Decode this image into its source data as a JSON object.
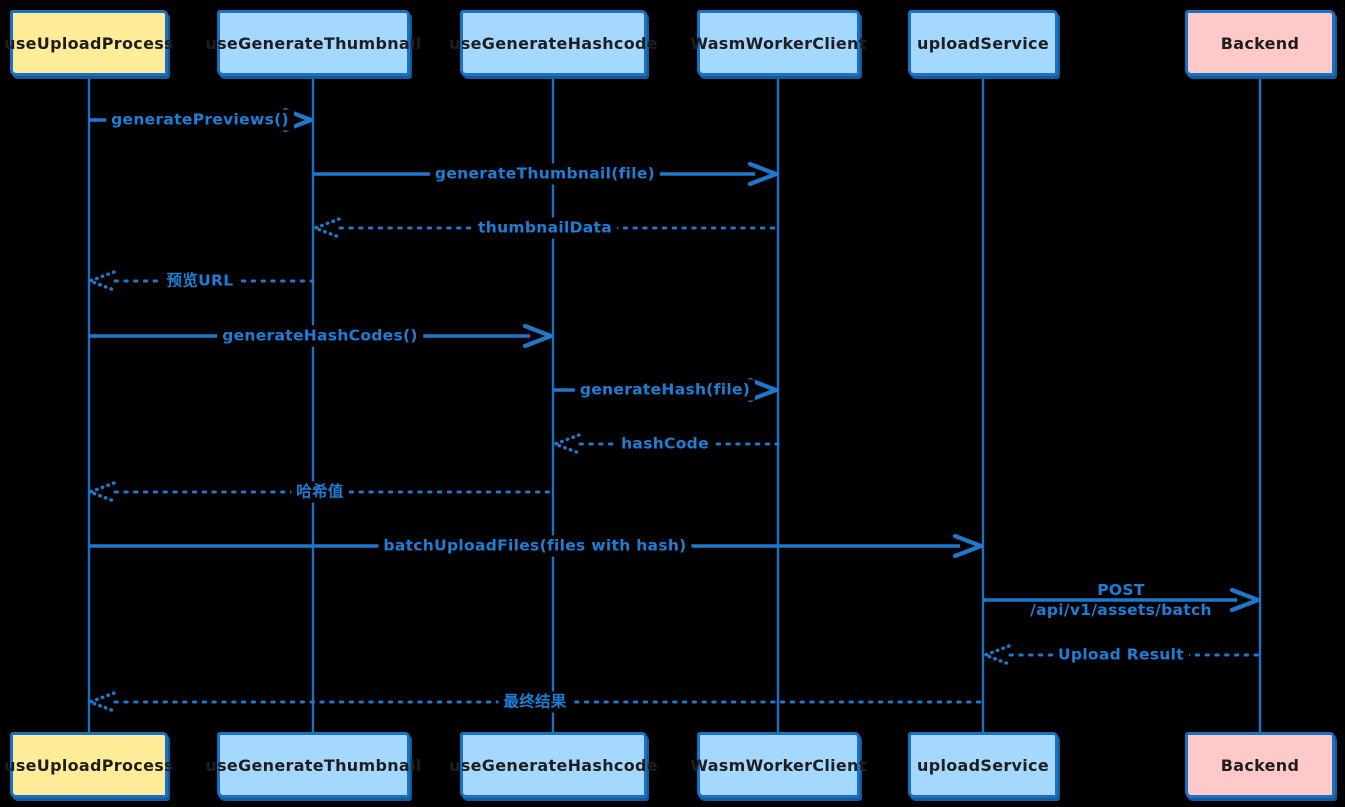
{
  "diagram": {
    "type": "sequence-diagram",
    "background_color": "#000000",
    "stroke_color": "#1971c2",
    "message_text_color": "#1c7ed6",
    "participants": [
      {
        "id": "useUploadProcess",
        "label": "useUploadProcess",
        "fill": "#ffec99"
      },
      {
        "id": "useGenerateThumbnail",
        "label": "useGenerateThumbnail",
        "fill": "#a5d8ff"
      },
      {
        "id": "useGenerateHashcode",
        "label": "useGenerateHashcode",
        "fill": "#a5d8ff"
      },
      {
        "id": "WasmWorkerClient",
        "label": "WasmWorkerClient",
        "fill": "#a5d8ff"
      },
      {
        "id": "uploadService",
        "label": "uploadService",
        "fill": "#a5d8ff"
      },
      {
        "id": "Backend",
        "label": "Backend",
        "fill": "#ffc9c9"
      }
    ],
    "messages": [
      {
        "from": "useUploadProcess",
        "to": "useGenerateThumbnail",
        "style": "solid",
        "label": "generatePreviews()"
      },
      {
        "from": "useGenerateThumbnail",
        "to": "WasmWorkerClient",
        "style": "solid",
        "label": "generateThumbnail(file)"
      },
      {
        "from": "WasmWorkerClient",
        "to": "useGenerateThumbnail",
        "style": "dotted",
        "label": "thumbnailData"
      },
      {
        "from": "useGenerateThumbnail",
        "to": "useUploadProcess",
        "style": "dotted",
        "label": "预览URL"
      },
      {
        "from": "useUploadProcess",
        "to": "useGenerateHashcode",
        "style": "solid",
        "label": "generateHashCodes()"
      },
      {
        "from": "useGenerateHashcode",
        "to": "WasmWorkerClient",
        "style": "solid",
        "label": "generateHash(file)"
      },
      {
        "from": "WasmWorkerClient",
        "to": "useGenerateHashcode",
        "style": "dotted",
        "label": "hashCode"
      },
      {
        "from": "useGenerateHashcode",
        "to": "useUploadProcess",
        "style": "dotted",
        "label": "哈希值"
      },
      {
        "from": "useUploadProcess",
        "to": "uploadService",
        "style": "solid",
        "label": "batchUploadFiles(files with hash)"
      },
      {
        "from": "uploadService",
        "to": "Backend",
        "style": "solid",
        "label": "POST",
        "label2": "/api/v1/assets/batch"
      },
      {
        "from": "Backend",
        "to": "uploadService",
        "style": "dotted",
        "label": "Upload Result"
      },
      {
        "from": "uploadService",
        "to": "useUploadProcess",
        "style": "dotted",
        "label": "最终结果"
      }
    ]
  }
}
